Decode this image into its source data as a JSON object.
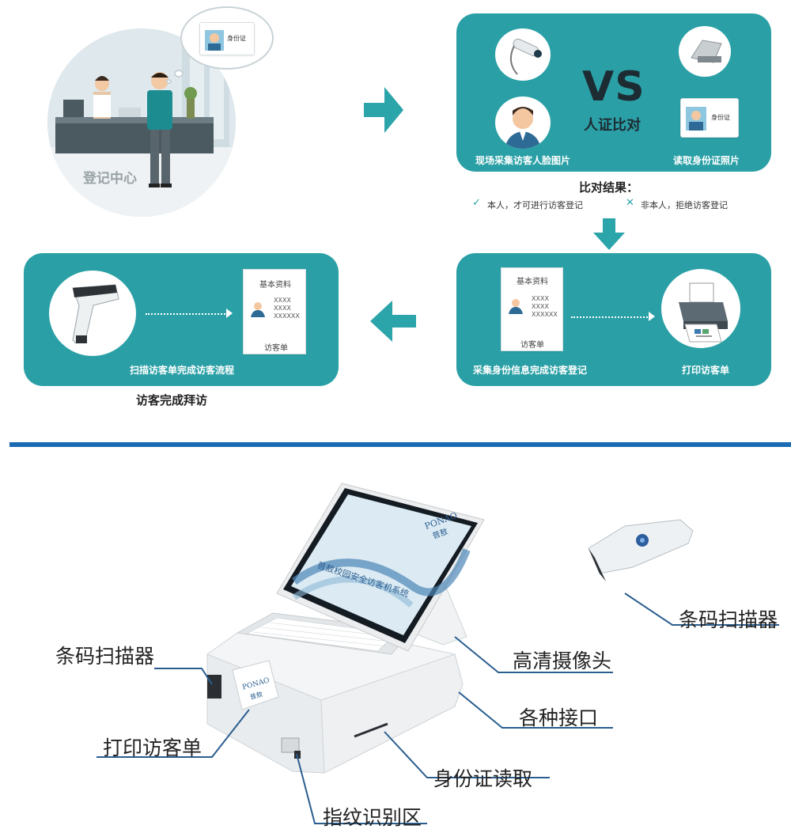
{
  "colors": {
    "teal": "#2aa0a6",
    "arrow": "#2ba4aa",
    "divider": "#1a6bb3",
    "skin": "#f4c7a1",
    "suit": "#2e6a96"
  },
  "flow": {
    "step1": {
      "label": "登记中心",
      "id_card_label": "身份证"
    },
    "compare": {
      "vs": "VS",
      "vs_sub": "人证比对",
      "left_caption": "现场采集访客人脸图片",
      "right_caption": "读取身份证照片",
      "id_card_label": "身份证"
    },
    "result": {
      "title": "比对结果：",
      "pass": "本人，才可进行访客登记",
      "reject": "非本人，拒绝访客登记"
    },
    "register": {
      "card_title": "基本资料",
      "card_lines": [
        "XXXX",
        "XXXX",
        "XXXXXX"
      ],
      "card_footer": "访客单",
      "caption_left": "采集身份信息完成访客登记",
      "caption_right": "打印访客单"
    },
    "scan": {
      "card_title": "基本资料",
      "card_lines": [
        "XXXX",
        "XXXX",
        "XXXXXX"
      ],
      "card_footer": "访客单",
      "caption": "扫描访客单完成访客流程"
    },
    "finish": "访客完成拜访"
  },
  "device": {
    "brand": "PONAO",
    "brand_cn": "普敖",
    "screen_text": "普敖校园安全访客机系统",
    "labels": {
      "scanner_right": "条码扫描器",
      "scanner_left": "条码扫描器",
      "camera": "高清摄像头",
      "ports": "各种接口",
      "print": "打印访客单",
      "id_reader": "身份证读取",
      "fingerprint": "指纹识别区"
    }
  }
}
